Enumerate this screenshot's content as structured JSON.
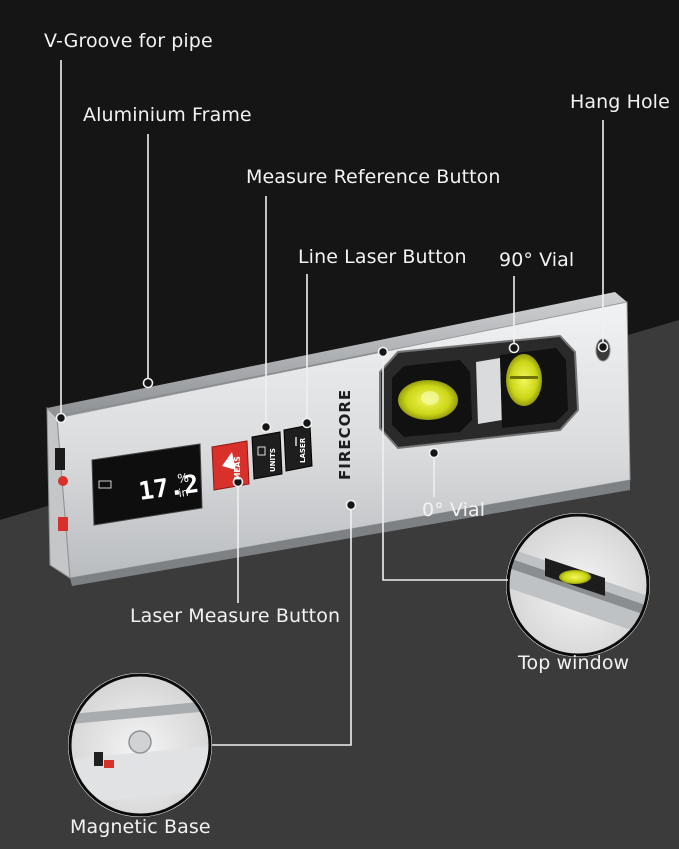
{
  "product": {
    "brand": "FIRECORE",
    "display_value": "17.2",
    "display_unit_top": "%",
    "display_unit_bottom": "in",
    "button_meas": "MEAS",
    "button_units": "UNITS",
    "button_laser": "LASER"
  },
  "callouts": {
    "v_groove": "V-Groove for pipe",
    "aluminium_frame": "Aluminium Frame",
    "measure_reference_button": "Measure Reference Button",
    "line_laser_button": "Line Laser Button",
    "vial_90": "90° Vial",
    "hang_hole": "Hang Hole",
    "vial_0": "0° Vial",
    "laser_measure_button": "Laser Measure Button",
    "top_window": "Top window",
    "magnetic_base": "Magnetic Base"
  },
  "colors": {
    "background_dark": "#151515",
    "background_mid": "#3c3c3c",
    "frame_silver": "#d4d6d8",
    "vial_yellow": "#d9e21a",
    "accent_red": "#d8312b",
    "lcd": "#0e0e0e"
  }
}
